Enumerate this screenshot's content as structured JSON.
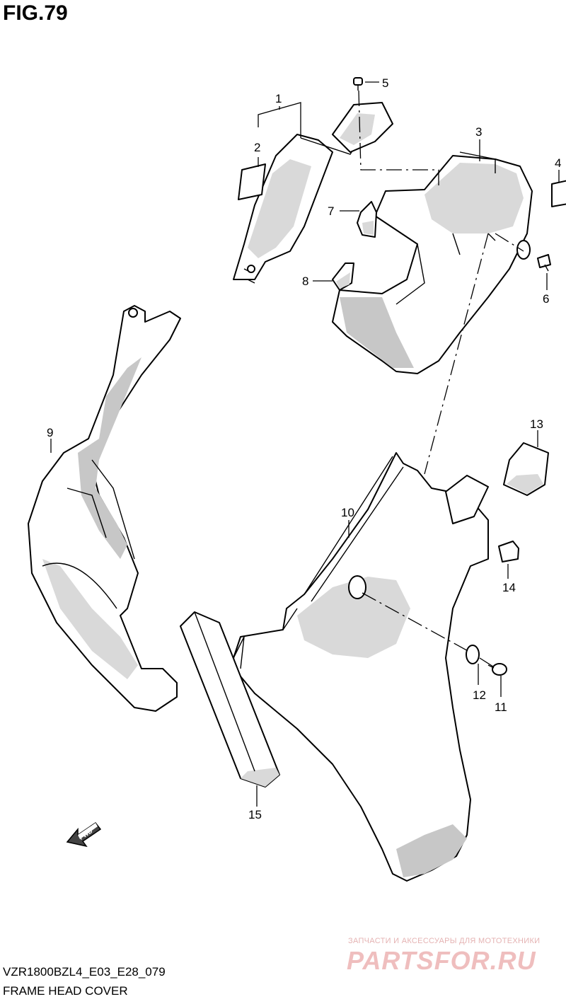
{
  "figure": {
    "title": "FIG.79",
    "model_code": "VZR1800BZL4_E03_E28_079",
    "caption": "FRAME HEAD COVER"
  },
  "callouts": [
    "1",
    "2",
    "3",
    "4",
    "5",
    "6",
    "7",
    "8",
    "9",
    "10",
    "11",
    "12",
    "13",
    "14",
    "15"
  ],
  "direction_arrow": {
    "label": "FWD",
    "icon": "fwd-arrow-icon"
  },
  "watermark": {
    "line1": "ЗАПЧАСТИ И АКСЕССУАРЫ ДЛЯ МОТОТЕХНИКИ",
    "line2": "PARTSFOR.RU",
    "color": "#e9a3a3"
  }
}
